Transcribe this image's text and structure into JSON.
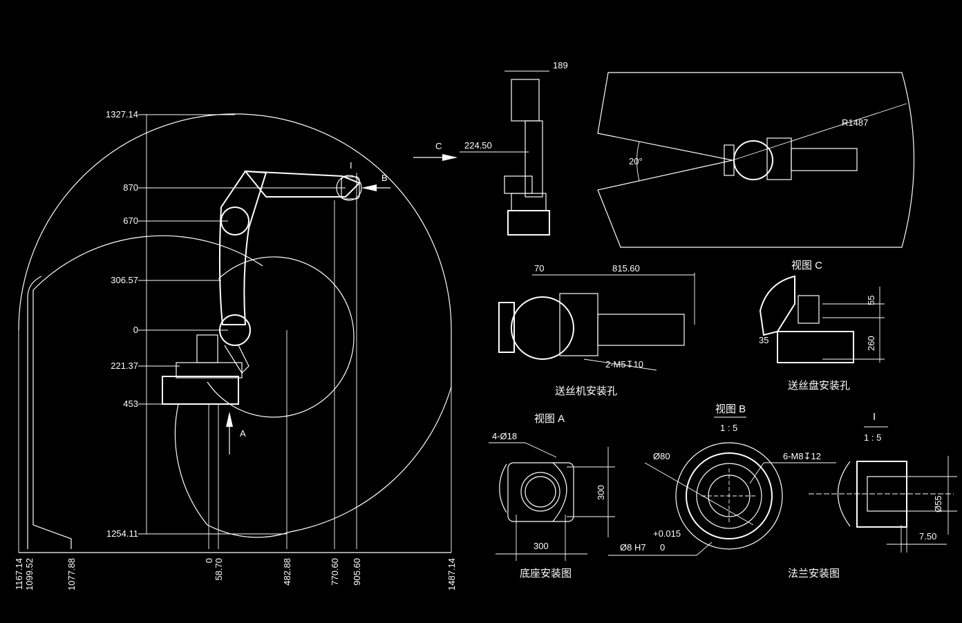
{
  "side_view": {
    "vertical_dims": [
      "1327.14",
      "870",
      "670",
      "306.57",
      "0",
      "221.37",
      "453",
      "1254.11"
    ],
    "horizontal_dims": [
      "1167.14",
      "1099.52",
      "1077.88",
      "0",
      "58.70",
      "482.88",
      "770.60",
      "905.60",
      "1487.14"
    ],
    "view_arrow_a": "A",
    "view_arrow_b": "B",
    "detail_marker": "I"
  },
  "view_c_arrow": {
    "label": "C",
    "dim_189": "189",
    "dim_224": "224.50"
  },
  "top_view": {
    "radius": "R1487",
    "angle": "20°"
  },
  "wire_feeder": {
    "dim_70": "70",
    "dim_815": "815.60",
    "hole": "2-M5↧10",
    "caption": "送丝机安装孔"
  },
  "view_c": {
    "title": "视图 C",
    "dim_55": "55",
    "dim_260": "260",
    "dim_35": "35",
    "caption": "送丝盘安装孔"
  },
  "base": {
    "title": "视图 A",
    "holes": "4-Ø18",
    "dim_v": "300",
    "dim_h": "300",
    "caption": "底座安装图"
  },
  "flange": {
    "title": "视图 B",
    "scale": "1 : 5",
    "dia80": "Ø80",
    "thread": "6-M8↧12",
    "tol_upper": "+0.015",
    "pin": "Ø8 H7",
    "tol_lower": "0",
    "caption": "法兰安装图"
  },
  "detail_i": {
    "title": "I",
    "scale": "1 : 5",
    "dia": "Ø55",
    "dim": "7.50"
  }
}
